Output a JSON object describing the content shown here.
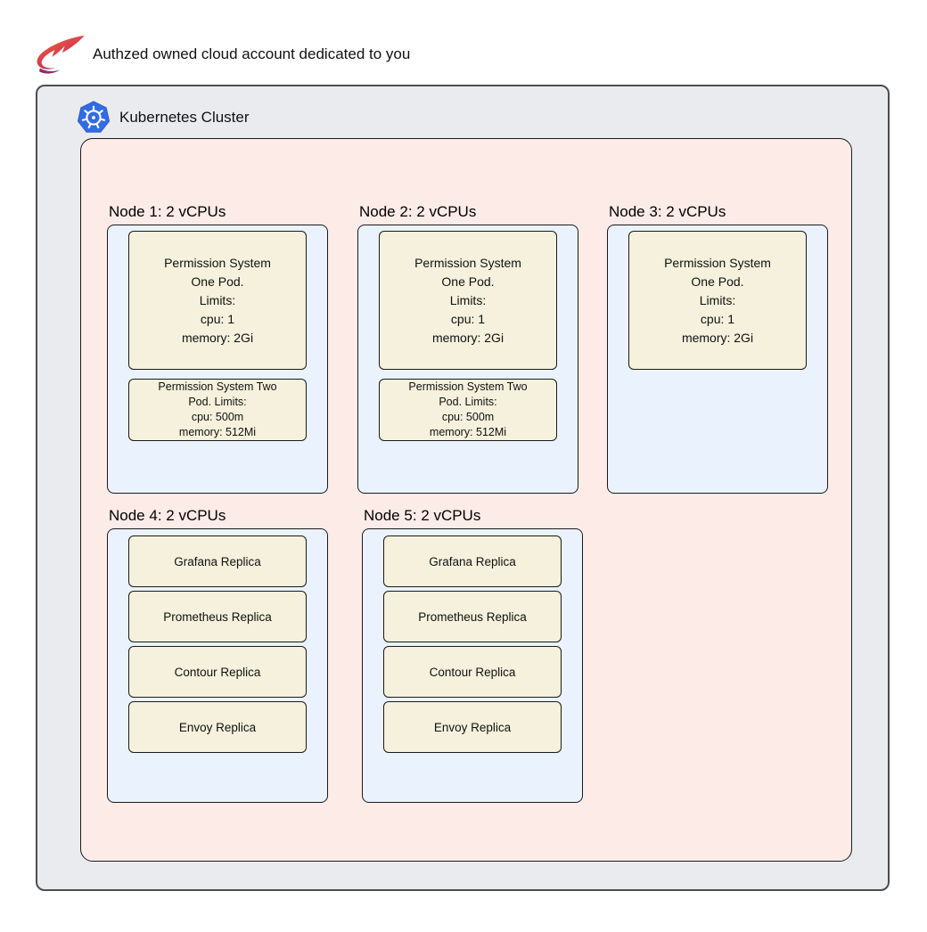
{
  "header": {
    "title": "Authzed owned cloud account dedicated to you"
  },
  "cluster": {
    "label": "Kubernetes Cluster"
  },
  "nodes": {
    "node1": {
      "label": "Node 1: 2 vCPUs",
      "pod_a": "Permission System\nOne Pod.\nLimits:\ncpu: 1\nmemory: 2Gi",
      "pod_b": "Permission System Two\nPod. Limits:\ncpu: 500m\nmemory: 512Mi"
    },
    "node2": {
      "label": "Node 2: 2 vCPUs",
      "pod_a": "Permission System\nOne Pod.\nLimits:\ncpu: 1\nmemory: 2Gi",
      "pod_b": "Permission System Two\nPod. Limits:\ncpu: 500m\nmemory: 512Mi"
    },
    "node3": {
      "label": "Node 3: 2 vCPUs",
      "pod_a": "Permission System\nOne Pod.\nLimits:\ncpu: 1\nmemory: 2Gi"
    },
    "node4": {
      "label": "Node 4: 2 vCPUs",
      "pods": [
        "Grafana Replica",
        "Prometheus Replica",
        "Contour Replica",
        "Envoy Replica"
      ]
    },
    "node5": {
      "label": "Node 5: 2 vCPUs",
      "pods": [
        "Grafana Replica",
        "Prometheus Replica",
        "Contour Replica",
        "Envoy Replica"
      ]
    }
  },
  "icons": {
    "authzed_logo": "authzed-mark",
    "kubernetes_logo": "kubernetes-helm-wheel"
  },
  "colors": {
    "cloud_background": "#e9ebee",
    "cluster_background": "#fdebe8",
    "node_background": "#e9f2fd",
    "pod_background": "#f5f1dc",
    "border_dark": "#1a1a1a",
    "kubernetes_blue": "#326ce5",
    "authzed_gradient_start": "#ef6a3c",
    "authzed_gradient_end": "#93286b"
  }
}
